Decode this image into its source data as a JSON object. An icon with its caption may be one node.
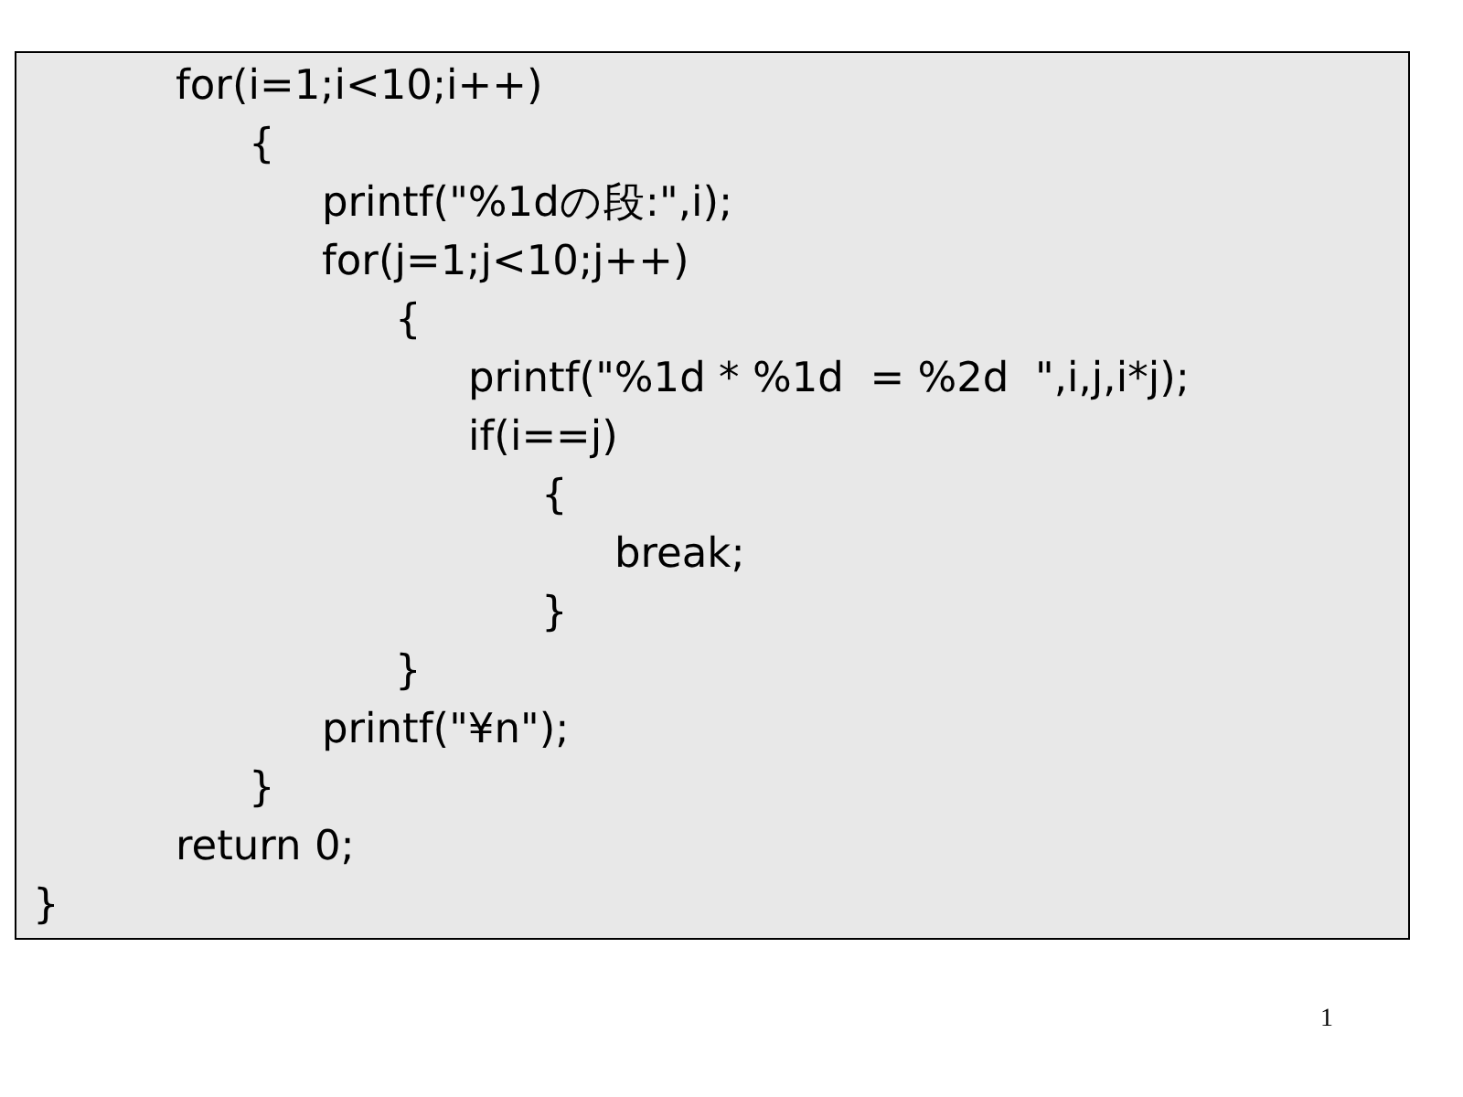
{
  "diagram": {
    "nodes": [
      {
        "text": [
          "for(i=1;i<10;i++)",
          "{",
          "printf(\"%1dの段:\",i);",
          "for(j=1;j<10;j++)",
          "{",
          "printf(\"%1d * %1d  = %2d  \",i,j,i*j);",
          "if(i==j)",
          "{",
          "break;",
          "}",
          "}",
          "printf(\"¥n\");",
          "}",
          "return 0;",
          "}"
        ]
      }
    ],
    "labels": [
      "1"
    ]
  }
}
